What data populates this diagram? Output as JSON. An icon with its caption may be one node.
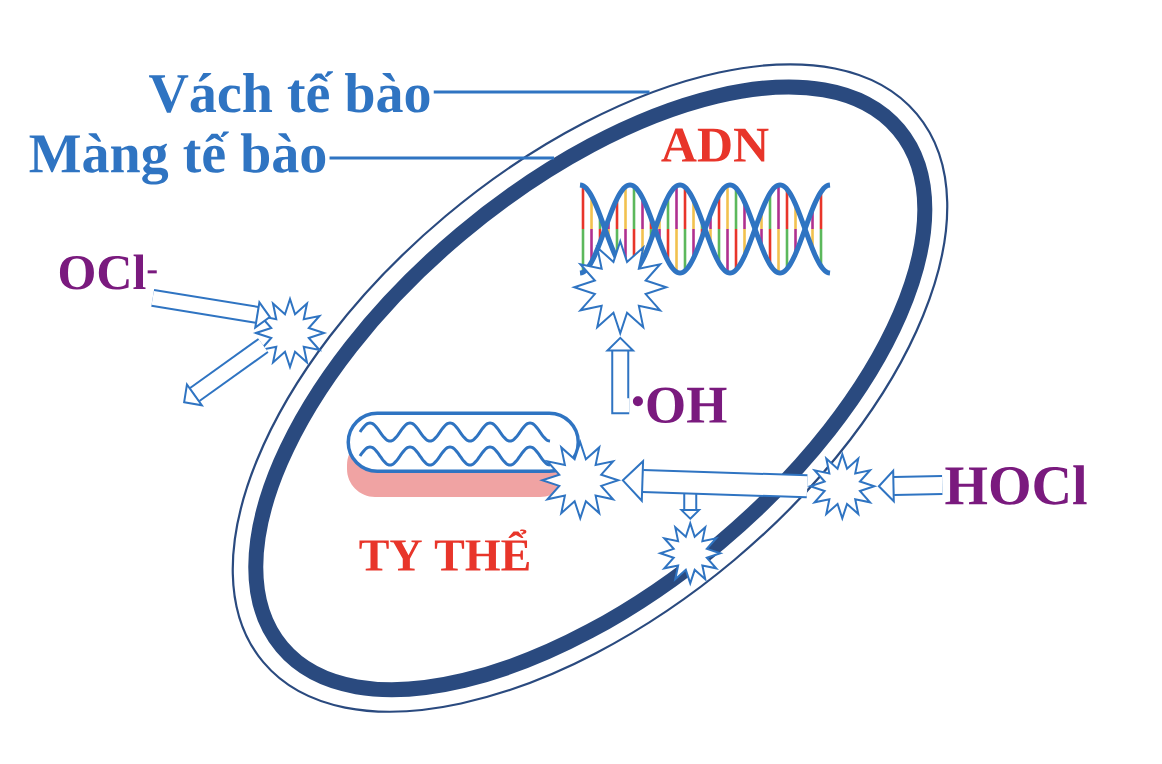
{
  "diagram": {
    "nodes": [
      {
        "text": [
          "Vách tế bào"
        ]
      },
      {
        "text": [
          "Màng tế bào"
        ]
      },
      {
        "text": [],
        "shape": "ellipse"
      },
      {
        "text": [],
        "shape": "ellipse",
        "in": 2
      },
      {
        "text": [
          "OCl$^{-}$"
        ]
      },
      {
        "text": [],
        "shape": "star"
      },
      {
        "text": [
          "ADN"
        ],
        "in": 3
      },
      {
        "text": [],
        "shape": "star",
        "in": 3
      },
      {
        "text": [
          "$^{•}$OH"
        ],
        "in": 3
      },
      {
        "text": [
          "TY THỂ"
        ],
        "in": 3
      },
      {
        "text": [],
        "shape": "star",
        "in": 3
      },
      {
        "text": [],
        "shape": "star",
        "in": 2
      },
      {
        "text": [
          "HOCl"
        ]
      },
      {
        "text": [],
        "shape": "star",
        "in": 3
      }
    ],
    "edges": [
      {
        "from": 0,
        "to": 2,
        "arrow": "none"
      },
      {
        "from": 1,
        "to": 3,
        "arrow": "none"
      },
      {
        "from": 4,
        "to": 5,
        "arrow": "to"
      },
      {
        "from": 5,
        "to": null,
        "arrow": "to"
      },
      {
        "from": 12,
        "to": 11,
        "arrow": "to"
      },
      {
        "from": 11,
        "to": 10,
        "arrow": "to"
      },
      {
        "from": 11,
        "to": 13,
        "arrow": "to"
      },
      {
        "from": 8,
        "to": 7,
        "arrow": "to"
      }
    ]
  }
}
